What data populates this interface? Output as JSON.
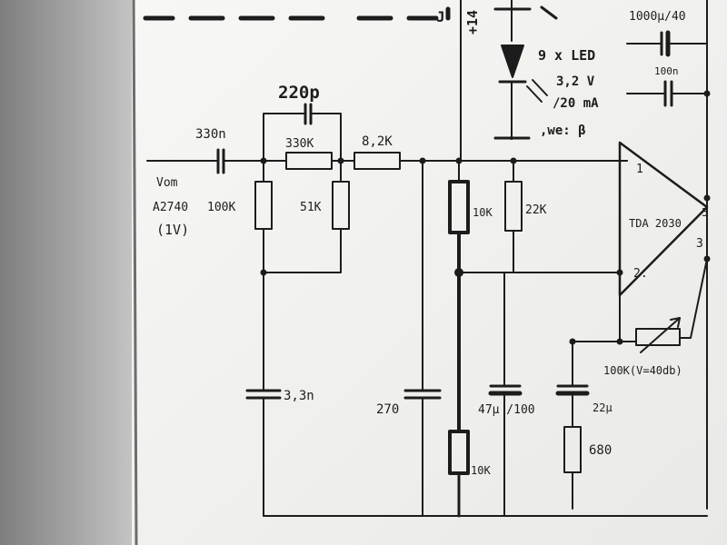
{
  "schematic": {
    "input": {
      "line1": "Vom",
      "line2": "A2740",
      "line3": "(1V)"
    },
    "components": {
      "c_feedback": "220p",
      "c_input": "330n",
      "r_series1": "330K",
      "r_series2": "8,2K",
      "r_shunt1": "100K",
      "r_shunt2": "51K",
      "c_shunt1": "3,3n",
      "c_shunt2": "270",
      "r_pot_top": "10K",
      "r_pot_bottom": "10K",
      "r_bias": "22K",
      "c_electrolytic": "47µ /100",
      "c_22": "22µ",
      "r_680": "680",
      "r_feedback": "100K(V=40db)",
      "c_1000": "1000µ/40",
      "c_100n": "100n"
    },
    "led_note": {
      "line1": "9 x LED",
      "line2": "3,2 V",
      "line3": "/20 mA",
      "line4": ",we: β"
    },
    "supply_label": "+14",
    "amplifier": {
      "name": "TDA 2030",
      "pin1": "1",
      "pin2": "2.",
      "pin3": "3",
      "pin5": "5"
    },
    "top_marker": "J"
  },
  "colors": {
    "ink": "#1c1c1c",
    "paper": "#f3f3f1",
    "shadow": "#8f8f8f"
  }
}
